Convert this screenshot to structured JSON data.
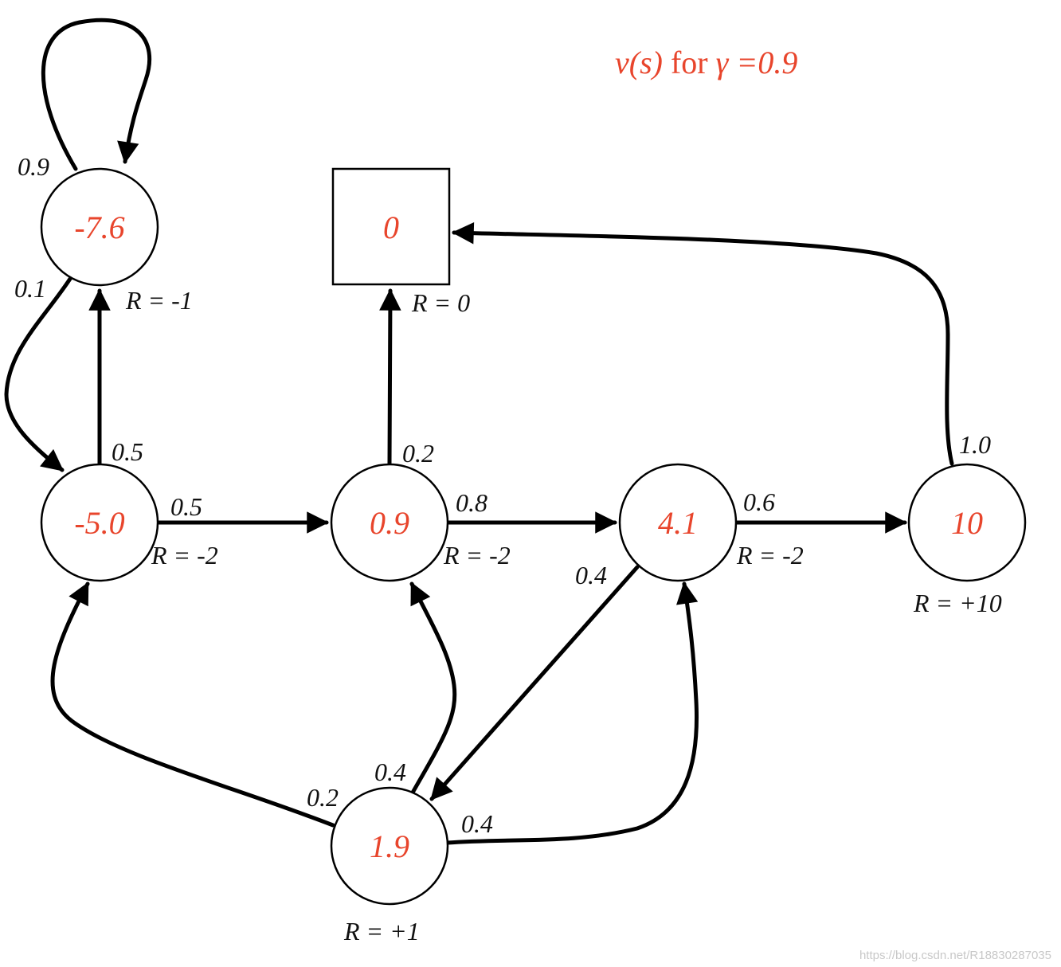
{
  "title": {
    "part1": "v(s)",
    "part2": " for ",
    "part3": "γ =0.9"
  },
  "states": {
    "facebook": {
      "value": "-7.6",
      "reward": "R = -1"
    },
    "class1": {
      "value": "-5.0",
      "reward": "R = -2"
    },
    "class2": {
      "value": "0.9",
      "reward": "R = -2"
    },
    "class3": {
      "value": "4.1",
      "reward": "R = -2"
    },
    "pass": {
      "value": "10",
      "reward": "R = +10"
    },
    "pub": {
      "value": "1.9",
      "reward": "R = +1"
    },
    "sleep": {
      "value": "0",
      "reward": "R = 0"
    }
  },
  "transitions": {
    "facebook_self": "0.9",
    "facebook_to_class1": "0.1",
    "class1_to_facebook": "0.5",
    "class1_to_class2": "0.5",
    "class2_to_sleep": "0.2",
    "class2_to_class3": "0.8",
    "class3_to_pass": "0.6",
    "class3_to_pub": "0.4",
    "pass_to_sleep": "1.0",
    "pub_to_class1": "0.2",
    "pub_to_class2": "0.4",
    "pub_to_class3": "0.4"
  },
  "watermark": "https://blog.csdn.net/R18830287035",
  "colors": {
    "value": "#e8452c",
    "edge": "#000000"
  }
}
